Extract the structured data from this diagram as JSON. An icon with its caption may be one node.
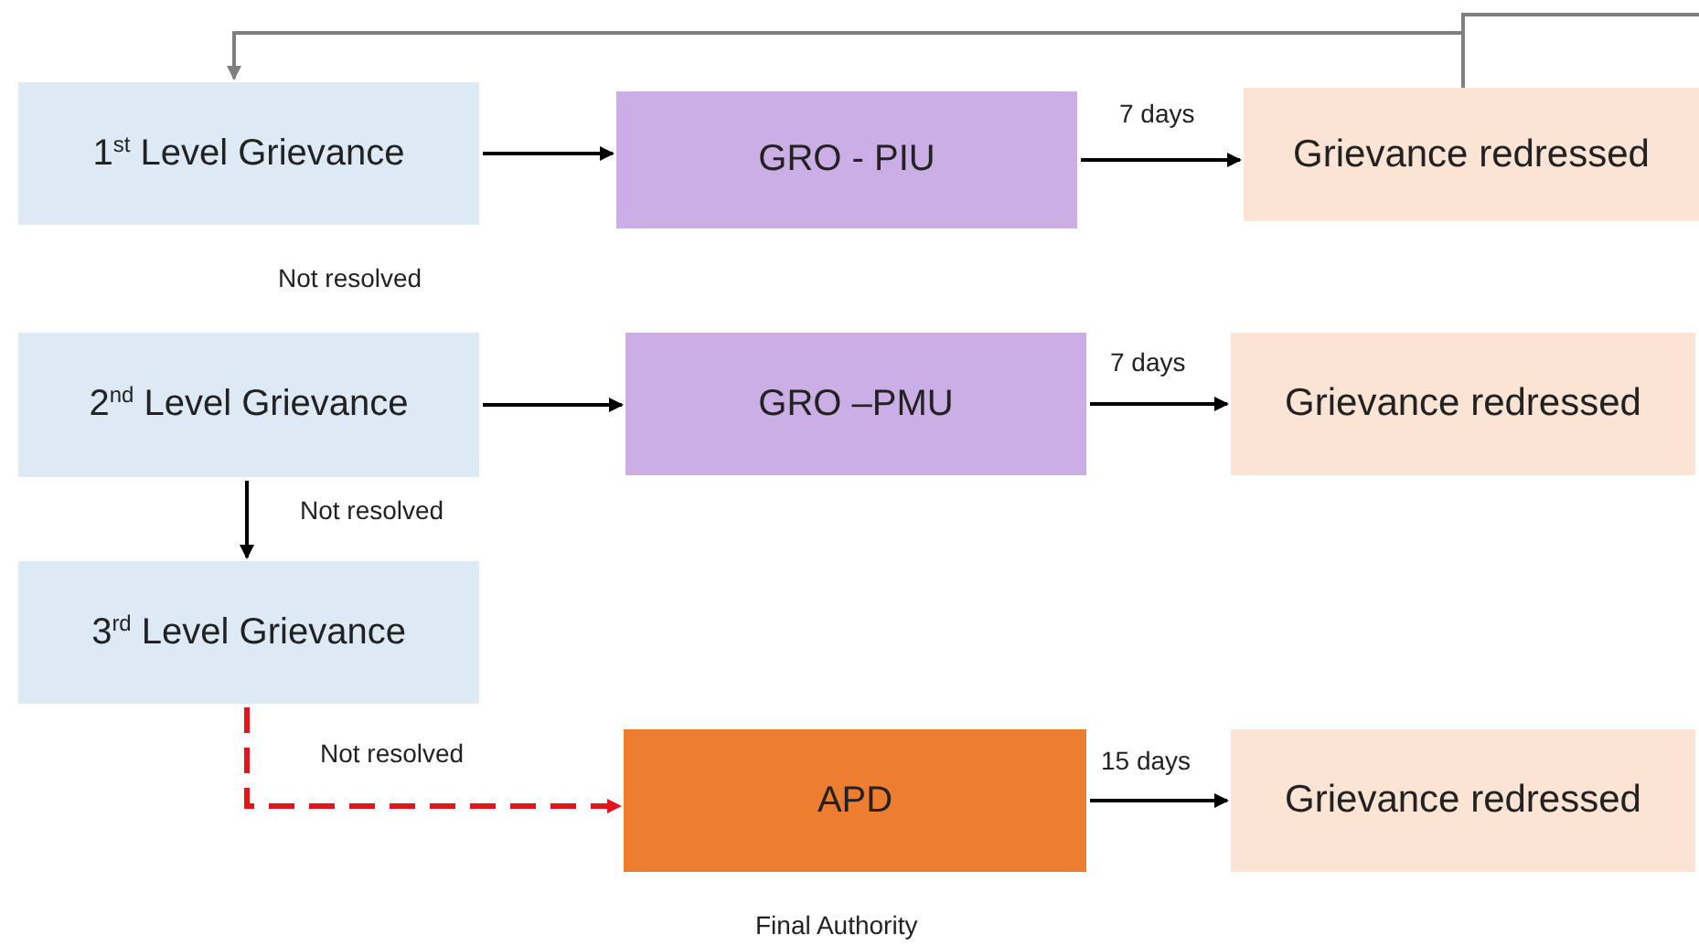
{
  "diagram": {
    "nodes": [
      {
        "text": [
          "1$^{st}$ Level Grievance"
        ]
      },
      {
        "text": [
          "GRO - PIU"
        ]
      },
      {
        "text": [
          "Grievance redressed"
        ]
      },
      {
        "text": [
          "2$^{nd}$ Level Grievance"
        ]
      },
      {
        "text": [
          "GRO –PMU"
        ]
      },
      {
        "text": [
          "Grievance redressed"
        ]
      },
      {
        "text": [
          "3$^{rd}$ Level Grievance"
        ]
      },
      {
        "text": [
          "APD"
        ],
        "beside": [
          "Final Authority"
        ]
      },
      {
        "text": [
          "Grievance redressed"
        ]
      }
    ],
    "edges": [
      {
        "from": 0,
        "to": 1,
        "arrow": "to"
      },
      {
        "from": 1,
        "to": 2,
        "arrow": "to",
        "label": "7 days"
      },
      {
        "from": 2,
        "to": 0,
        "arrow": "to",
        "color": "#7f7f7f"
      },
      {
        "from": 2,
        "to": null,
        "arrow": "none",
        "color": "#7f7f7f"
      },
      {
        "from": 3,
        "to": 4,
        "arrow": "to"
      },
      {
        "from": 4,
        "to": 5,
        "arrow": "to",
        "label": "7 days"
      },
      {
        "from": 3,
        "to": 6,
        "arrow": "to",
        "label": "Not resolved"
      },
      {
        "from": 6,
        "to": 7,
        "arrow": "to",
        "label": "Not resolved",
        "style": "dashed",
        "color": "#e3151b"
      },
      {
        "from": 7,
        "to": 8,
        "arrow": "to",
        "label": "15 days"
      }
    ],
    "labels": [
      "Not resolved"
    ]
  }
}
